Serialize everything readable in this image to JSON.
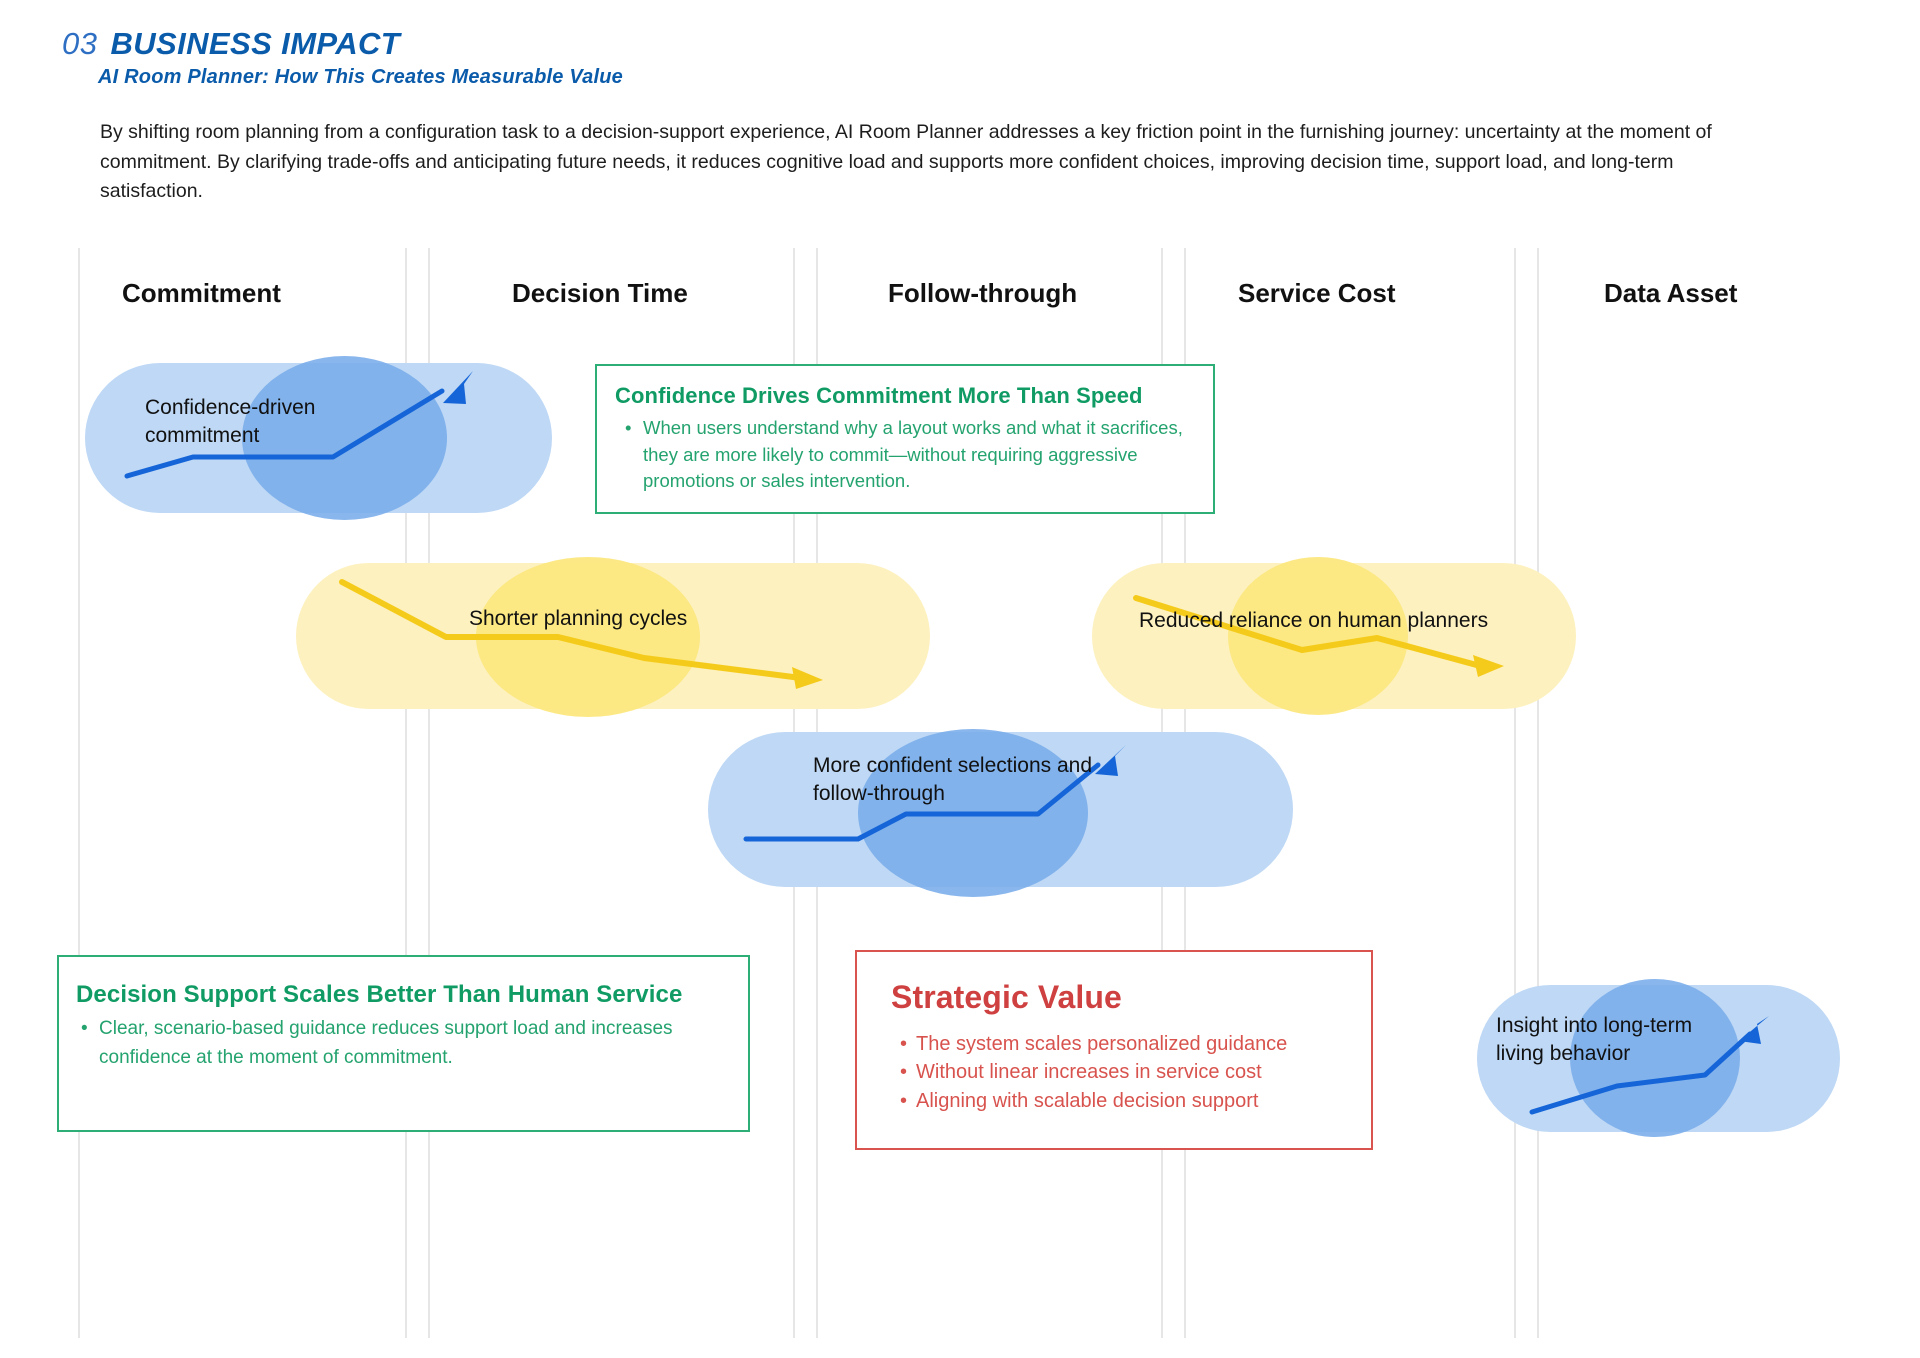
{
  "header": {
    "number": "03",
    "title": "BUSINESS IMPACT",
    "subtitle": "AI Room Planner: How This Creates Measurable Value",
    "accent_color": "#0b5bab"
  },
  "intro": {
    "paragraph": "By shifting room planning from a configuration task to a decision-support experience, AI Room Planner addresses a key friction point in the furnishing journey: uncertainty at the moment of commitment. By clarifying trade-offs and anticipating future needs, it reduces cognitive load and supports more confident choices, improving decision time, support load, and long-term satisfaction."
  },
  "columns": [
    {
      "label": "Commitment"
    },
    {
      "label": "Decision Time"
    },
    {
      "label": "Follow-through"
    },
    {
      "label": "Service Cost"
    },
    {
      "label": "Data Asset"
    }
  ],
  "pills": [
    {
      "label": "Confidence-driven\ncommitment",
      "trend": "up",
      "color": "blue"
    },
    {
      "label": "Shorter planning cycles",
      "trend": "down",
      "color": "yellow"
    },
    {
      "label": "Reduced reliance on human planners",
      "trend": "down",
      "color": "yellow"
    },
    {
      "label": "More confident selections and\nfollow-through",
      "trend": "up",
      "color": "blue"
    },
    {
      "label": "Insight into long-term\nliving behavior",
      "trend": "up",
      "color": "blue"
    }
  ],
  "callouts": {
    "confidence": {
      "title": "Confidence Drives Commitment More Than Speed",
      "color": "#0f9b63",
      "bullets": [
        "When users understand why a layout works and what it sacrifices, they are more likely to commit—without requiring aggressive promotions or sales intervention."
      ]
    },
    "decision_support": {
      "title": "Decision Support Scales Better Than Human Service",
      "color": "#0f9b63",
      "bullets": [
        "Clear, scenario-based guidance reduces support load and increases confidence at the moment of commitment."
      ]
    },
    "strategic_value": {
      "title": "Strategic Value",
      "color": "#cf4040",
      "bullets": [
        "The system scales personalized guidance",
        "Without linear increases in service cost",
        "Aligning with scalable decision support"
      ]
    }
  },
  "palette": {
    "blue_pill_light": "#bed8f5",
    "blue_pill_blob": "#79acea",
    "blue_line": "#1565d8",
    "yellow_pill_light": "#fdf1bf",
    "yellow_pill_blob": "#fce87f",
    "yellow_line": "#f5cb1b",
    "green": "#2eae77",
    "red": "#d9534f",
    "guide_line": "#e6e6e6"
  }
}
